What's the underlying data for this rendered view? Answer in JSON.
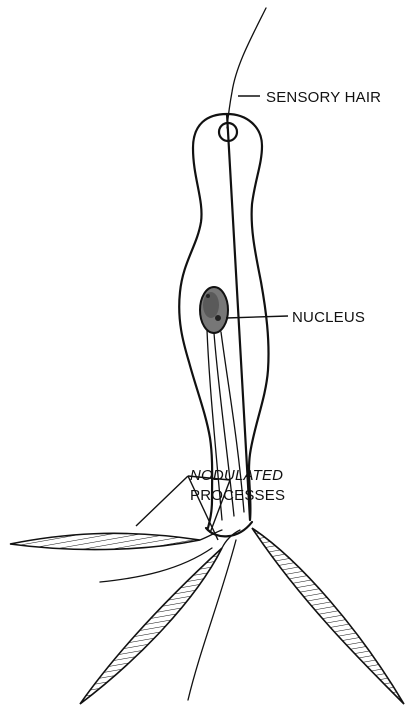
{
  "labels": {
    "sensory_hair": "SENSORY HAIR",
    "nucleus": "NUCLEUS",
    "nodulated_line1": "NODULATED",
    "nodulated_line2": "PROCESSES"
  }
}
